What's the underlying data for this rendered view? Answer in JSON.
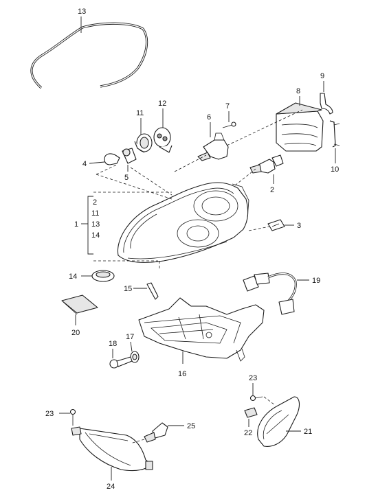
{
  "callouts": {
    "c13": "13",
    "c9": "9",
    "c8": "8",
    "c10": "10",
    "c11": "11",
    "c12": "12",
    "c7": "7",
    "c6": "6",
    "c4": "4",
    "c5": "5",
    "c2": "2",
    "group_2": "2",
    "group_11": "11",
    "group_13": "13",
    "group_14": "14",
    "c1": "1",
    "c3": "3",
    "c14": "14",
    "c15": "15",
    "c19": "19",
    "c20": "20",
    "c18": "18",
    "c17": "17",
    "c16": "16",
    "c23a": "23",
    "c23b": "23",
    "c22": "22",
    "c21": "21",
    "c25": "25",
    "c24": "24"
  }
}
